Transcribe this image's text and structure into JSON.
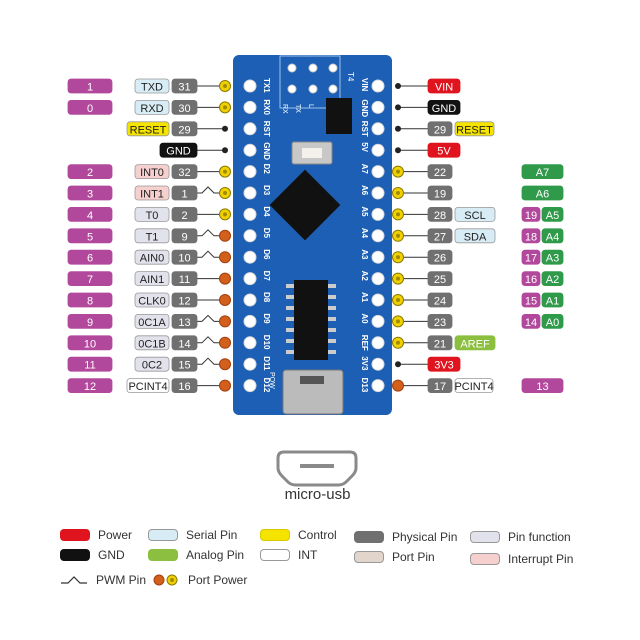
{
  "colors": {
    "power": "#e0141e",
    "gnd": "#111111",
    "serial": "#d8ecf5",
    "analog": "#8cbf3f",
    "control": "#f5e400",
    "int": "#ffffff",
    "physical": "#707070",
    "port": "#e2d6cc",
    "function": "#e2e2ec",
    "interrupt": "#f6cfcf",
    "arduino": "#b2489c",
    "analog_pin": "#2e9a4a",
    "dot_yellow": "#f0d000",
    "dot_orange": "#d2601a",
    "board": "#1d5fb4"
  },
  "left_pins": [
    {
      "num": "1",
      "func": "TXD",
      "type": "serial",
      "phys": "31",
      "dot": "yellow",
      "pwm": false,
      "silk": "TX1"
    },
    {
      "num": "0",
      "func": "RXD",
      "type": "serial",
      "phys": "30",
      "dot": "yellow",
      "pwm": false,
      "silk": "RX0"
    },
    {
      "num": "",
      "func": "RESET",
      "type": "control",
      "phys": "29",
      "dot": "black",
      "pwm": false,
      "silk": "RST"
    },
    {
      "num": "",
      "func": "GND",
      "type": "gnd",
      "phys": "",
      "dot": "black",
      "pwm": false,
      "silk": "GND"
    },
    {
      "num": "2",
      "func": "INT0",
      "type": "interrupt",
      "phys": "32",
      "dot": "yellow",
      "pwm": false,
      "silk": "D2"
    },
    {
      "num": "3",
      "func": "INT1",
      "type": "interrupt",
      "phys": "1",
      "dot": "yellow",
      "pwm": true,
      "silk": "D3"
    },
    {
      "num": "4",
      "func": "T0",
      "type": "function",
      "phys": "2",
      "dot": "yellow",
      "pwm": false,
      "silk": "D4"
    },
    {
      "num": "5",
      "func": "T1",
      "type": "function",
      "phys": "9",
      "dot": "orange",
      "pwm": true,
      "silk": "D5"
    },
    {
      "num": "6",
      "func": "AIN0",
      "type": "function",
      "phys": "10",
      "dot": "orange",
      "pwm": true,
      "silk": "D6"
    },
    {
      "num": "7",
      "func": "AIN1",
      "type": "function",
      "phys": "11",
      "dot": "orange",
      "pwm": false,
      "silk": "D7"
    },
    {
      "num": "8",
      "func": "CLK0",
      "type": "function",
      "phys": "12",
      "dot": "orange",
      "pwm": false,
      "silk": "D8"
    },
    {
      "num": "9",
      "func": "0C1A",
      "type": "function",
      "phys": "13",
      "dot": "orange",
      "pwm": true,
      "silk": "D9"
    },
    {
      "num": "10",
      "func": "0C1B",
      "type": "function",
      "phys": "14",
      "dot": "orange",
      "pwm": true,
      "silk": "D10"
    },
    {
      "num": "11",
      "func": "0C2",
      "type": "function",
      "phys": "15",
      "dot": "orange",
      "pwm": true,
      "silk": "D11"
    },
    {
      "num": "12",
      "func": "PCINT4",
      "type": "int",
      "phys": "16",
      "dot": "orange",
      "pwm": false,
      "silk": "D12"
    }
  ],
  "right_pins": [
    {
      "phys": "",
      "func": "VIN",
      "type": "power",
      "dot": "black",
      "num": "",
      "analog": "",
      "silk": "VIN"
    },
    {
      "phys": "",
      "func": "GND",
      "type": "gnd",
      "dot": "black",
      "num": "",
      "analog": "",
      "silk": "GND"
    },
    {
      "phys": "29",
      "func": "RESET",
      "type": "control",
      "dot": "black",
      "num": "",
      "analog": "",
      "silk": "RST"
    },
    {
      "phys": "",
      "func": "5V",
      "type": "power",
      "dot": "black",
      "num": "",
      "analog": "",
      "silk": "5V"
    },
    {
      "phys": "22",
      "func": "",
      "type": "",
      "dot": "yellow",
      "num": "",
      "analog": "A7",
      "silk": "A7"
    },
    {
      "phys": "19",
      "func": "",
      "type": "",
      "dot": "yellow",
      "num": "",
      "analog": "A6",
      "silk": "A6"
    },
    {
      "phys": "28",
      "func": "SCL",
      "type": "serial",
      "dot": "yellow",
      "num": "19",
      "analog": "A5",
      "silk": "A5"
    },
    {
      "phys": "27",
      "func": "SDA",
      "type": "serial",
      "dot": "yellow",
      "num": "18",
      "analog": "A4",
      "silk": "A4"
    },
    {
      "phys": "26",
      "func": "",
      "type": "",
      "dot": "yellow",
      "num": "17",
      "analog": "A3",
      "silk": "A3"
    },
    {
      "phys": "25",
      "func": "",
      "type": "",
      "dot": "yellow",
      "num": "16",
      "analog": "A2",
      "silk": "A2"
    },
    {
      "phys": "24",
      "func": "",
      "type": "",
      "dot": "yellow",
      "num": "15",
      "analog": "A1",
      "silk": "A1"
    },
    {
      "phys": "23",
      "func": "",
      "type": "",
      "dot": "yellow",
      "num": "14",
      "analog": "A0",
      "silk": "A0"
    },
    {
      "phys": "21",
      "func": "AREF",
      "type": "analog",
      "dot": "yellow",
      "num": "",
      "analog": "",
      "silk": "REF"
    },
    {
      "phys": "",
      "func": "3V3",
      "type": "power",
      "dot": "black",
      "num": "",
      "analog": "",
      "silk": "3V3"
    },
    {
      "phys": "17",
      "func": "PCINT4",
      "type": "int",
      "dot": "orange",
      "num": "13",
      "analog": "",
      "silk": "D13"
    }
  ],
  "board": {
    "header_label": "T4",
    "led_labels": [
      "RX",
      "TX",
      "L"
    ],
    "power_led": "POW"
  },
  "usb_label": "micro-usb",
  "legend": [
    {
      "label": "Power",
      "key": "power"
    },
    {
      "label": "GND",
      "key": "gnd"
    },
    {
      "label": "Serial Pin",
      "key": "serial"
    },
    {
      "label": "Analog Pin",
      "key": "analog"
    },
    {
      "label": "Control",
      "key": "control"
    },
    {
      "label": "INT",
      "key": "int"
    },
    {
      "label": "Physical Pin",
      "key": "physical"
    },
    {
      "label": "Port Pin",
      "key": "port"
    },
    {
      "label": "Pin function",
      "key": "function"
    },
    {
      "label": "Interrupt Pin",
      "key": "interrupt"
    },
    {
      "label": "PWM Pin",
      "key": "pwm"
    },
    {
      "label": "Port Power",
      "key": "port_power"
    }
  ]
}
